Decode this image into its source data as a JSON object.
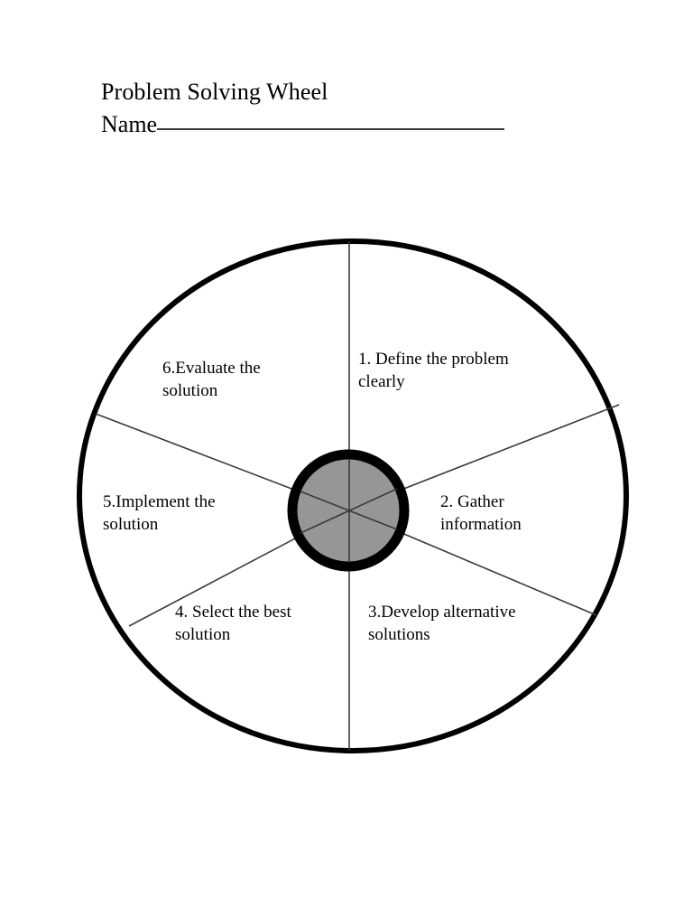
{
  "document": {
    "title": "Problem Solving Wheel",
    "name_label": "Name",
    "name_value": "",
    "name_rule": "________________________"
  },
  "wheel": {
    "hub_fill_color": "#969696",
    "hub_stroke_color": "#000000",
    "rim_color": "#000000",
    "spoke_color": "#3a3a3a",
    "background_color": "#ffffff",
    "segment_count": 6,
    "segments": [
      {
        "number": "1.",
        "text": "1. Define the problem clearly",
        "line1": "1. Define the problem",
        "line2": "clearly",
        "position": "top-right"
      },
      {
        "number": "2.",
        "text": "2. Gather information",
        "line1": "2. Gather",
        "line2": "information",
        "position": "right"
      },
      {
        "number": "3.",
        "text": "3.Develop alternative solutions",
        "line1": "3.Develop alternative",
        "line2": "solutions",
        "position": "bottom-right"
      },
      {
        "number": "4.",
        "text": "4. Select the best solution",
        "line1": "4. Select the best",
        "line2": "solution",
        "position": "bottom-left"
      },
      {
        "number": "5.",
        "text": "5.Implement the solution",
        "line1": "5.Implement the",
        "line2": "solution",
        "position": "left"
      },
      {
        "number": "6.",
        "text": "6.Evaluate the solution",
        "line1": "6.Evaluate the",
        "line2": "solution",
        "position": "top-left"
      }
    ]
  }
}
